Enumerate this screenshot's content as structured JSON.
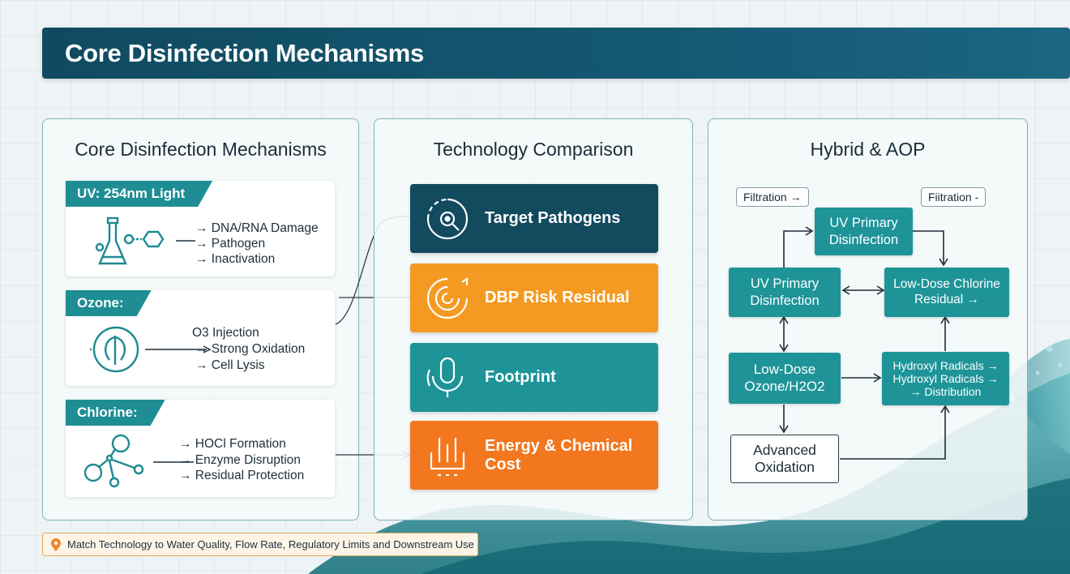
{
  "header": {
    "title": "Core Disinfection Mechanisms"
  },
  "panels": {
    "mechanisms": {
      "title": "Core Disinfection Mechanisms",
      "items": [
        {
          "tag": "UV: 254nm Light",
          "icon": "uv-lamp-icon",
          "lines": [
            "→ DNA/RNA Damage",
            "→ Pathogen",
            "→ Inactivation"
          ]
        },
        {
          "tag": "Ozone:",
          "icon": "ozone-icon",
          "lines": [
            "O3 Injection",
            "→ Strong Oxidation",
            "→ Cell Lysis"
          ]
        },
        {
          "tag": "Chlorine:",
          "icon": "chlorine-molecule-icon",
          "lines": [
            "→ HOCl Formation",
            "→ Enzyme Disruption",
            "→ Residual Protection"
          ]
        }
      ]
    },
    "comparison": {
      "title": "Technology Comparison",
      "items": [
        {
          "label": "Target Pathogens",
          "color": "#124a5e",
          "icon": "target-icon"
        },
        {
          "label": "DBP Risk Residual",
          "color": "#f49a22",
          "icon": "spiral-icon"
        },
        {
          "label": "Footprint",
          "color": "#1e9498",
          "icon": "footprint-icon"
        },
        {
          "label": "Energy & Chemical Cost",
          "color": "#f2771f",
          "icon": "factory-icon"
        }
      ]
    },
    "hybrid": {
      "title": "Hybrid & AOP",
      "pill_left": "Filtration →",
      "pill_right": "Fiitration -",
      "nodes": {
        "uv_top": "UV Primary Disinfection",
        "uv_left": "UV Primary Disinfection",
        "chlorine": "Low-Dose Chlorine Residual →",
        "ozone": "Low-Dose Ozone/H2O2",
        "hydroxyl": "Hydroxyl Radicals → Hydroxyl Radicals → → Distribution",
        "advanced": "Advanced Oxidation"
      }
    }
  },
  "footer": {
    "note": "Match Technology to Water Quality, Flow Rate, Regulatory Limits and Downstream Use"
  },
  "colors": {
    "navy": "#124a5e",
    "teal": "#1e9498",
    "amber": "#f49a22",
    "orange": "#f2771f",
    "title_bar": "#155872"
  }
}
